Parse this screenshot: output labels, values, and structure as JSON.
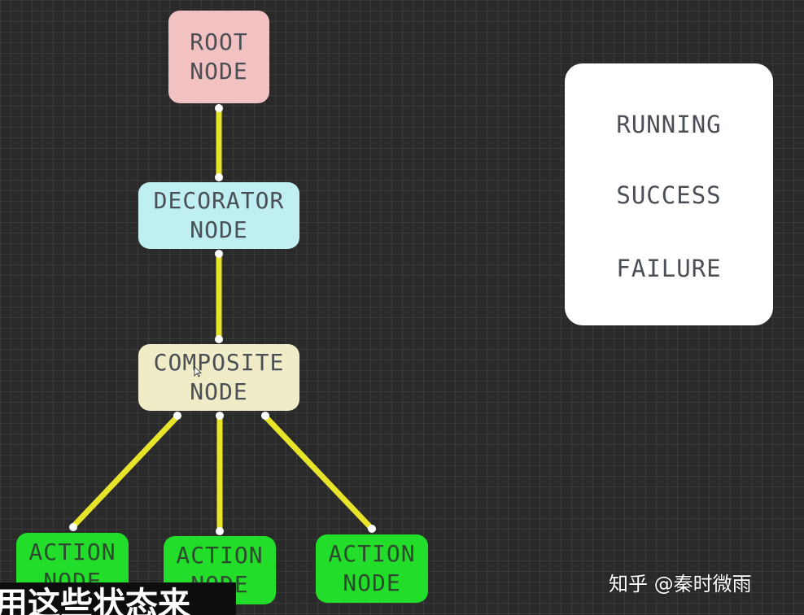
{
  "nodes": {
    "root": [
      "ROOT",
      "NODE"
    ],
    "decorator": [
      "DECORATOR",
      "NODE"
    ],
    "composite": [
      "COMPOSITE",
      "NODE"
    ],
    "action1": [
      "ACTION",
      "NODE"
    ],
    "action2": [
      "ACTION",
      "NODE"
    ],
    "action3": [
      "ACTION",
      "NODE"
    ]
  },
  "statuses": [
    "RUNNING",
    "SUCCESS",
    "FAILURE"
  ],
  "subtitle": "用这些状态来",
  "watermark": "知乎 @秦时微雨",
  "colors": {
    "background": "#2a2a2a",
    "edge": "#e8e42a",
    "root": "#f2c1c1",
    "decorator": "#bfeff0",
    "composite": "#f1ecc8",
    "action": "#22dd2a",
    "status_box": "#ffffff"
  },
  "icons": {
    "cursor": "mouse-pointer-icon"
  }
}
